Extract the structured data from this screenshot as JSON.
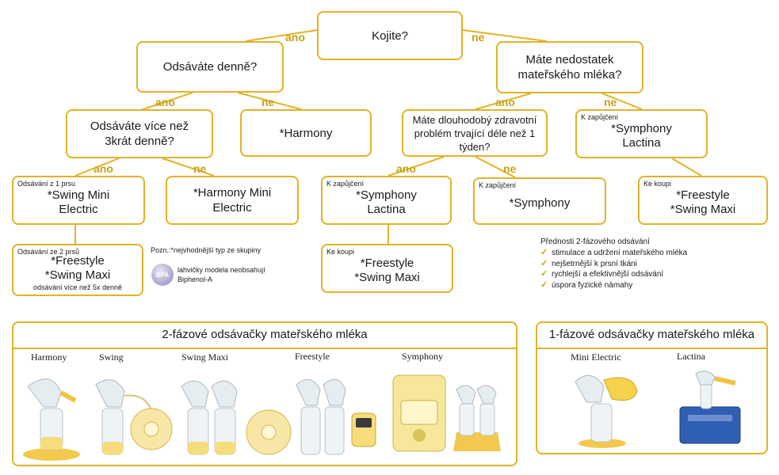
{
  "colors": {
    "accent": "#e0b328",
    "label": "#c9a114",
    "pump_yellow": "#f4d24b"
  },
  "edges": {
    "ano": "ano",
    "ne": "ne"
  },
  "tree": {
    "root": "Kojite?",
    "daily": "Odsáváte denně?",
    "shortage": "Máte nedostatek mateřského mléka?",
    "times3": "Odsáváte více než 3krát denně?",
    "harmony": "*Harmony",
    "longterm": "Máte dlouhodobý zdravotní problém trvající déle než 1 týden?",
    "rent_sym_lac": {
      "lead": "K zapůjčení",
      "product": "*Symphony Lactina"
    },
    "swing_mini": {
      "lead": "Odsávání z 1 prsu",
      "product": "*Swing Mini Electric"
    },
    "harmony_mini": "*Harmony Mini Electric",
    "rent_sym_lac2": {
      "lead": "K zapůjčení",
      "product": "*Symphony Lactina"
    },
    "rent_sym": {
      "lead": "K zapůjčení",
      "product": "*Symphony"
    },
    "buy_freestyle_r": {
      "lead": "Ke koupi",
      "product": "*Freestyle *Swing Maxi"
    },
    "both_breasts": {
      "lead": "Odsávání ze 2 prsů",
      "product": "*Freestyle *Swing Maxi",
      "foot": "odsávání více než 5x denně"
    },
    "buy_freestyle_c": {
      "lead": "Ke koupi",
      "product": "*Freestyle *Swing Maxi"
    }
  },
  "note": {
    "title": "Pozn.:*nejvhodnější typ ze skupiny",
    "bpa_badge": "BPA",
    "bpa_text": "lahvičky modela neobsahují Biphenol-A"
  },
  "advantages": {
    "title": "Přednosti 2-fázového odsávání",
    "items": [
      "stimulace a udržení mateřského mléka",
      "nejšetrnější k prsní tkáni",
      "rychlejší a efektivnější odsávání",
      "úspora fyzické námahy"
    ]
  },
  "panel2": {
    "title": "2-fázové odsávačky mateřského mléka",
    "products": [
      "Harmony",
      "Swing",
      "Swing Maxi",
      "Freestyle",
      "Symphony"
    ]
  },
  "panel1": {
    "title": "1-fázové odsávačky mateřského mléka",
    "products": [
      "Mini Electric",
      "Lactina"
    ]
  }
}
